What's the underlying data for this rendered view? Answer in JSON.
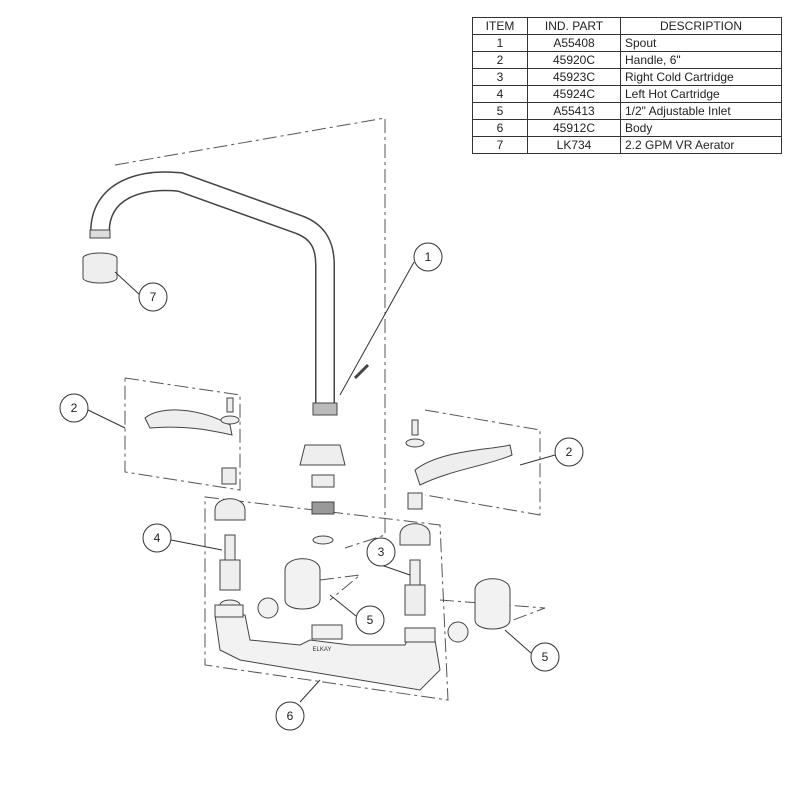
{
  "parts_table": {
    "headers": {
      "item": "ITEM",
      "part": "IND. PART",
      "description": "DESCRIPTION"
    },
    "rows": [
      {
        "item": "1",
        "part": "A55408",
        "description": "Spout"
      },
      {
        "item": "2",
        "part": "45920C",
        "description": "Handle, 6\""
      },
      {
        "item": "3",
        "part": "45923C",
        "description": "Right Cold Cartridge"
      },
      {
        "item": "4",
        "part": "45924C",
        "description": "Left Hot Cartridge"
      },
      {
        "item": "5",
        "part": "A55413",
        "description": "1/2\" Adjustable Inlet"
      },
      {
        "item": "6",
        "part": "45912C",
        "description": "Body"
      },
      {
        "item": "7",
        "part": "LK734",
        "description": "2.2 GPM VR Aerator"
      }
    ]
  },
  "callouts": {
    "spout": "1",
    "aerator": "7",
    "handle_left": "2",
    "handle_right": "2",
    "hot_cartridge": "4",
    "cold_cartridge": "3",
    "inlet_center": "5",
    "inlet_right": "5",
    "body": "6"
  },
  "brand_mark": "ELKAY"
}
